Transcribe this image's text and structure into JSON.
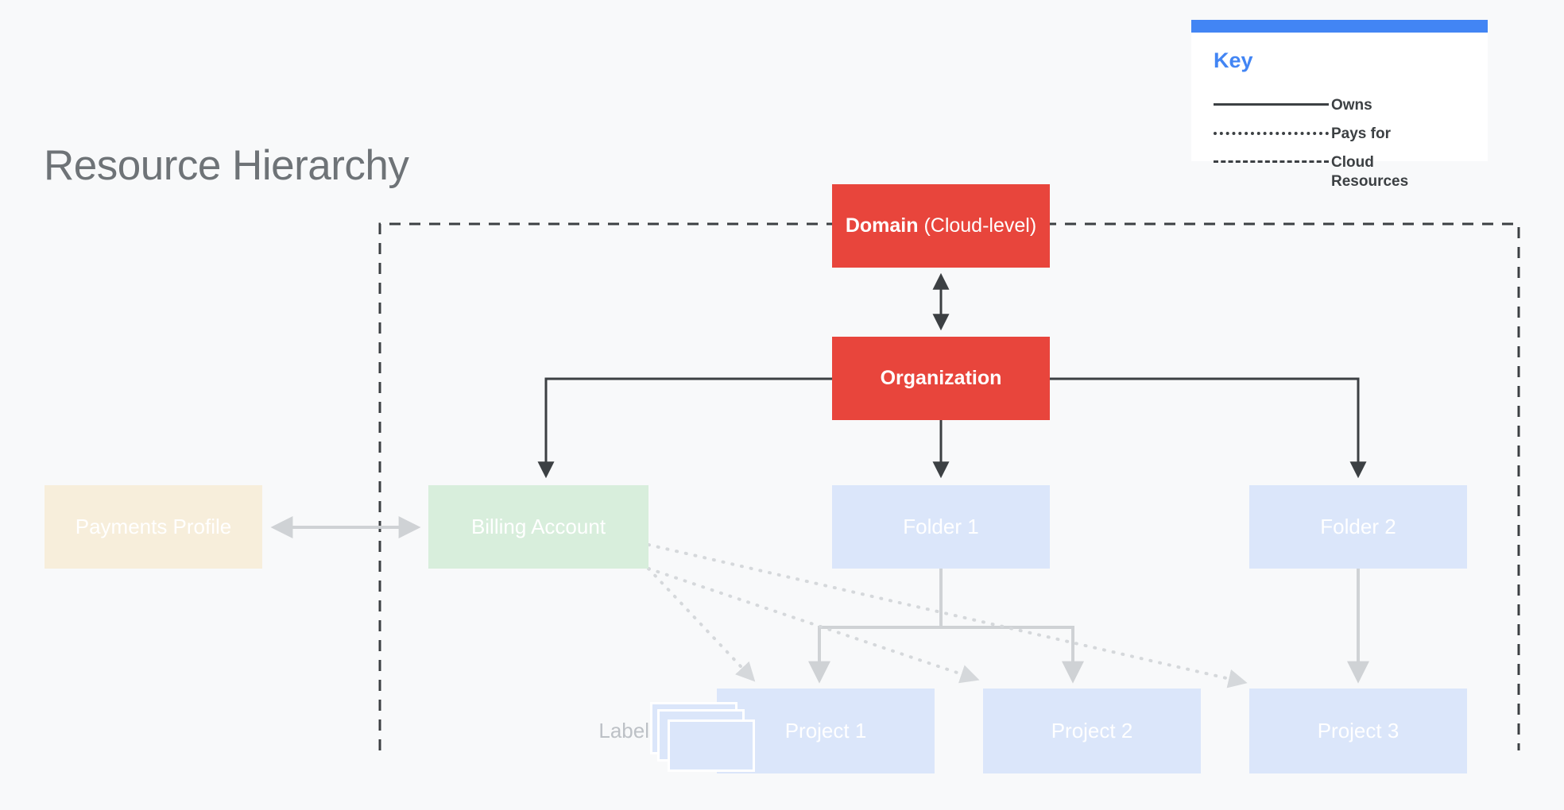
{
  "page": {
    "title": "Resource Hierarchy",
    "background_color": "#F8F9FA"
  },
  "key": {
    "heading": "Key",
    "accent_color": "#4285F4",
    "items": [
      {
        "style": "solid",
        "label": "Owns"
      },
      {
        "style": "dotted",
        "label": "Pays for"
      },
      {
        "style": "dashed",
        "label": "Cloud Resources"
      }
    ]
  },
  "diagram": {
    "labels_caption": "Labels",
    "colors": {
      "red": "#E8453C",
      "cream": "#F7EEDB",
      "green": "#D8EEDC",
      "blue": "#DBE6FA",
      "owns_line": "#3C4043",
      "light_line": "#CFD2D5",
      "boundary_line": "#3C4043"
    },
    "nodes": {
      "domain": {
        "label_bold": "Domain",
        "label_light": " (Cloud-level)"
      },
      "organization": {
        "label": "Organization"
      },
      "payments_profile": {
        "label": "Payments Profile"
      },
      "billing_account": {
        "label": "Billing Account"
      },
      "folder1": {
        "label": "Folder 1"
      },
      "folder2": {
        "label": "Folder 2"
      },
      "project1": {
        "label": "Project 1"
      },
      "project2": {
        "label": "Project 2"
      },
      "project3": {
        "label": "Project 3"
      }
    }
  }
}
